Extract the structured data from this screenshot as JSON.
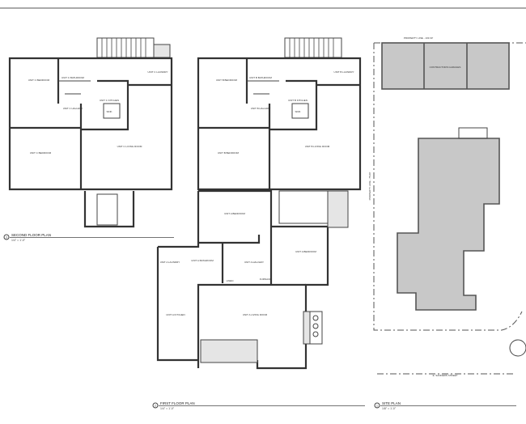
{
  "sheet": {
    "second_floor_plan": {
      "number": "3",
      "title": "SECOND FLOOR PLAN",
      "scale": "1/4\" = 1'-0\""
    },
    "first_floor_plan": {
      "number": "2",
      "title": "FIRST FLOOR PLAN",
      "scale": "1/4\" = 1'-0\""
    },
    "site_plan": {
      "number": "1",
      "title": "SITE PLAN",
      "scale": "1/8\" = 1'-0\""
    }
  },
  "unit_c": {
    "bedroom_1": "UNIT C BEDROOM",
    "bathroom": "UNIT C BATHROOM",
    "laundry": "UNIT C LAUNDRY",
    "hallway": "UNIT C HALLWAY",
    "kitchen": "UNIT C KITCHEN",
    "bedroom_2": "UNIT C BEDROOM",
    "living": "UNIT C LIVING ROOM",
    "sink": "SINK"
  },
  "unit_b": {
    "bedroom_1": "UNIT B BEDROOM",
    "bathroom": "UNIT B BATHROOM",
    "laundry": "UNIT B LAUNDRY",
    "hallway": "UNIT B HALLWAY",
    "kitchen": "UNIT B KITCHEN",
    "bedroom_2": "UNIT B BEDROOM",
    "living": "UNIT B LIVING ROOM",
    "sink": "SINK"
  },
  "unit_a": {
    "bedroom_1": "UNIT A BEDROOM",
    "laundry": "UNIT A LAUNDRY",
    "bathroom": "UNIT A BATHROOM",
    "hallway": "UNIT A HALLWAY",
    "bedroom_2": "UNIT A BEDROOM",
    "kitchen": "UNIT A KITCHEN",
    "living": "UNIT A LIVING ROOM",
    "linen": "LINEN",
    "furnace": "FURNACE"
  },
  "site": {
    "property_line_top": "PROPERTY LINE - 103.33'",
    "property_line_side": "PROPERTY LINE - 75.00'",
    "garages": "CONTRACTORS GARAGES",
    "street": "E. SANDERS STREET"
  }
}
